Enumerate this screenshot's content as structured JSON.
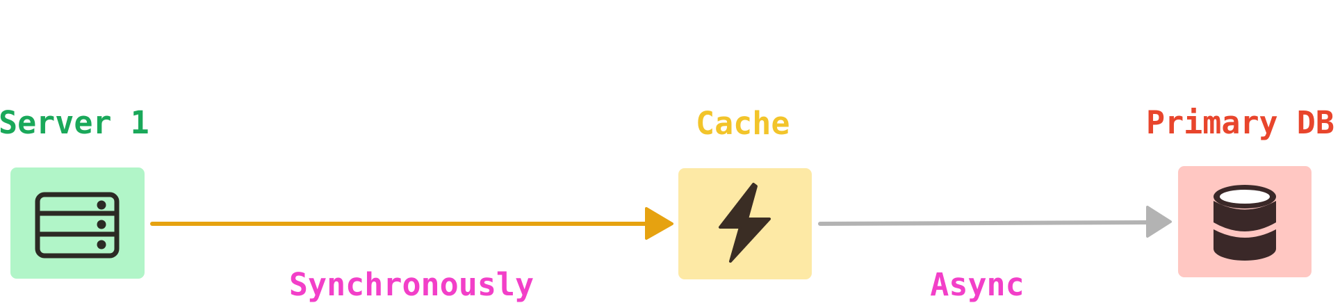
{
  "nodes": [
    {
      "id": "server-1",
      "label": "Server 1",
      "icon": "server-icon",
      "label_color": "#1aa85a",
      "box_color": "#b1f5c8",
      "icon_color": "#2b2a24"
    },
    {
      "id": "cache",
      "label": "Cache",
      "icon": "lightning-icon",
      "label_color": "#f2c42a",
      "box_color": "#fde9a5",
      "icon_color": "#3a2d24"
    },
    {
      "id": "primary-db",
      "label": "Primary DB",
      "icon": "database-icon",
      "label_color": "#e8452c",
      "box_color": "#ffc7c2",
      "icon_color": "#3a2828"
    }
  ],
  "edges": [
    {
      "from": "server-1",
      "to": "cache",
      "label": "Synchronously",
      "label_color": "#f23fc8",
      "line_color": "#e6a210"
    },
    {
      "from": "cache",
      "to": "primary-db",
      "label": "Async",
      "label_color": "#f23fc8",
      "line_color": "#b3b3b3"
    }
  ]
}
